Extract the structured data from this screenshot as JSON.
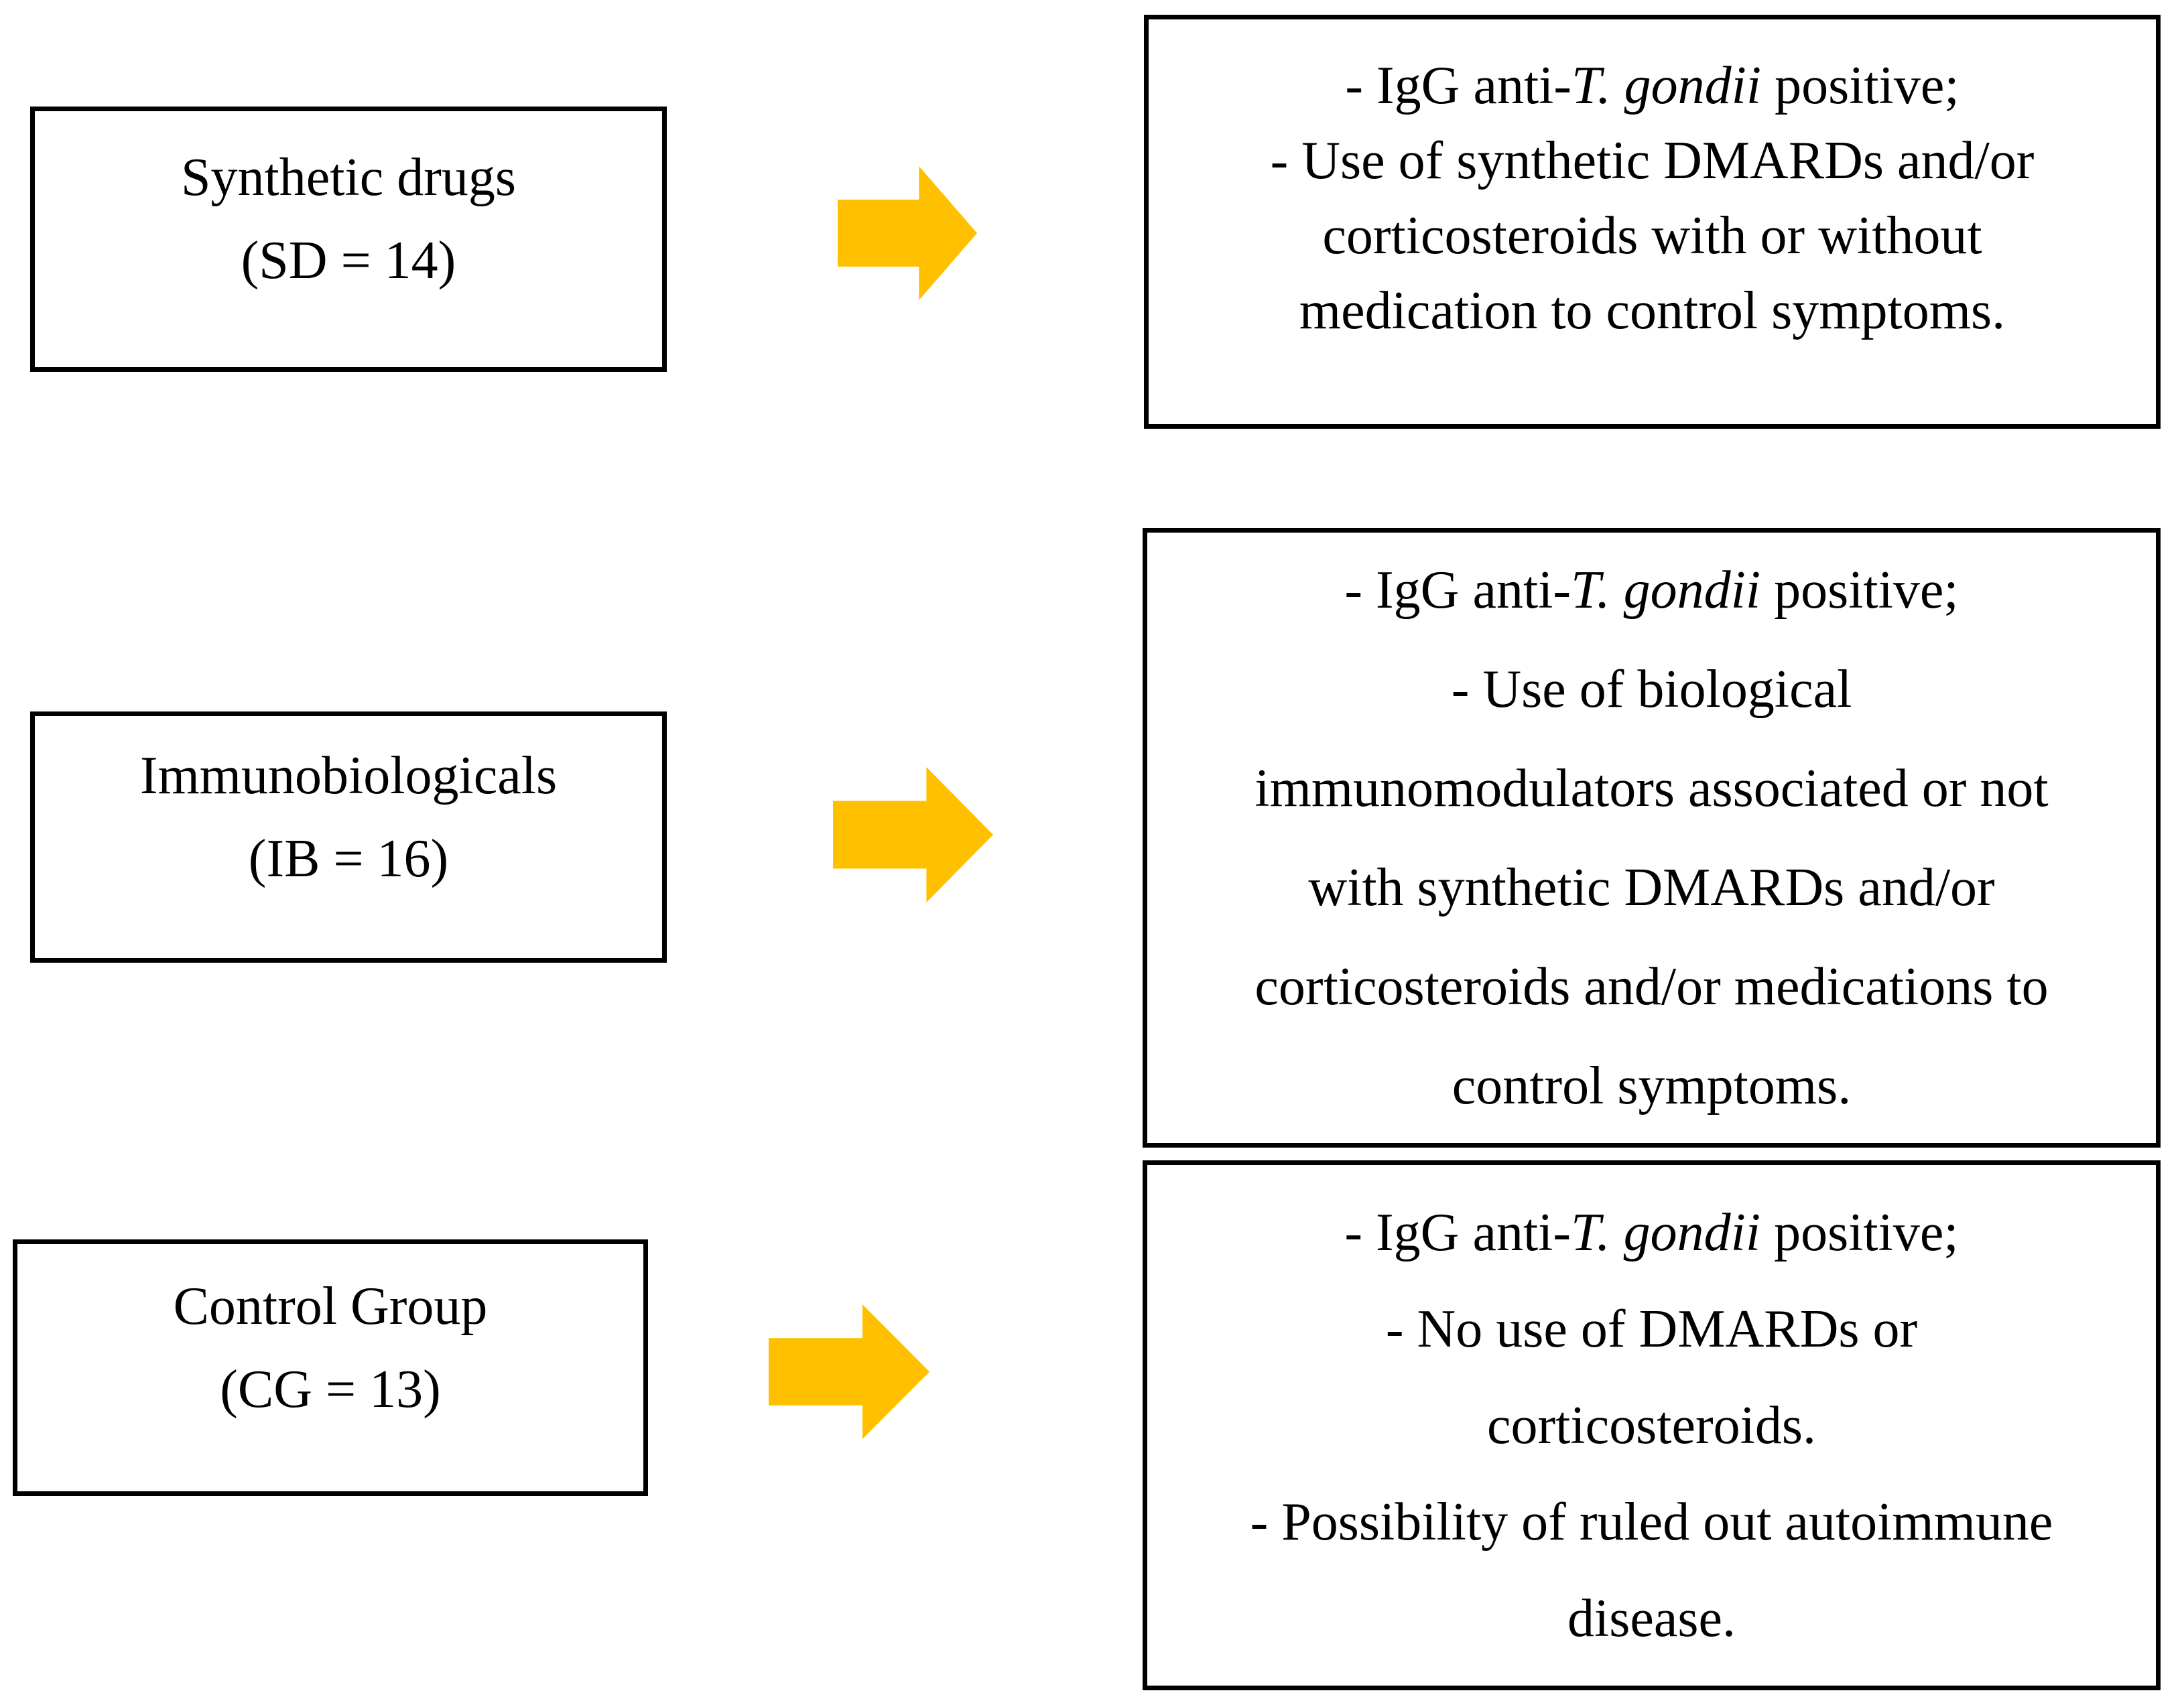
{
  "background_color": "#ffffff",
  "text_color": "#000000",
  "border_color": "#000000",
  "arrow_color": "#FFC000",
  "rows": [
    {
      "group": "synthetic-drugs",
      "left": {
        "title": "Synthetic drugs",
        "count": "(SD = 14)"
      },
      "right": {
        "igg_prefix": "- IgG anti-",
        "igg_species": "T. gondii",
        "igg_suffix": " positive;",
        "lines": [
          "- Use of synthetic DMARDs and/or",
          "corticosteroids with or without",
          "medication to control symptoms."
        ]
      }
    },
    {
      "group": "immunobiologicals",
      "left": {
        "title": "Immunobiologicals",
        "count": "(IB = 16)"
      },
      "right": {
        "igg_prefix": "- IgG anti-",
        "igg_species": "T. gondii",
        "igg_suffix": " positive;",
        "lines": [
          "- Use of biological",
          "immunomodulators associated or not",
          "with synthetic DMARDs and/or",
          "corticosteroids and/or medications to",
          "control symptoms."
        ]
      }
    },
    {
      "group": "control-group",
      "left": {
        "title": "Control Group",
        "count": "(CG = 13)"
      },
      "right": {
        "igg_prefix": "- IgG anti-",
        "igg_species": "T. gondii",
        "igg_suffix": " positive;",
        "lines": [
          "- No use of DMARDs or",
          "corticosteroids.",
          "- Possibility of ruled out autoimmune",
          "disease."
        ]
      }
    }
  ]
}
